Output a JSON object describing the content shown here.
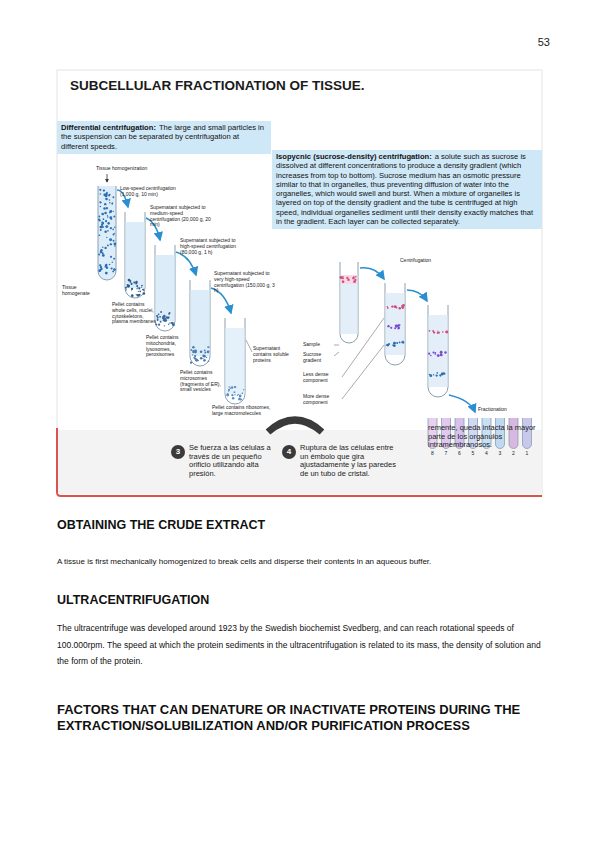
{
  "diagram": {
    "title": "SUBCELLULAR FRACTIONATION OF TISSUE.",
    "nodes": [
      {
        "text": [
          "Differential centrifugation:",
          "The large and small particles in the suspension can be separated by centrifugation at different speeds."
        ]
      },
      {
        "text": [
          "Isopycnic (sucrose-density) centrifugation:",
          "a solute such as sucrose is dissolved at different concentrations to produce a density gradient (which increases from top to bottom). Sucrose medium has an osmotic pressure similar to that in organelles, thus preventing diffusion of water into the organelles, which would swell and burst. When a mixture of organelles is layered on top of the density gradient and the tube is centrifuged at high speed, individual organelles sediment until their density exactly matches that in the gradient. Each layer can be collected separately."
        ]
      },
      {
        "text": [
          "3"
        ]
      },
      {
        "text": [
          "4"
        ]
      }
    ],
    "labels": [
      "53",
      "Tissue homogenization",
      "Low-speed centrifugation (1,000 g, 10 min)",
      "Tissue homogenate",
      "Supernatant subjected to medium-speed centrifugation (20,000 g, 20 min)",
      "Pellet contains whole cells, nuclei, cytoskeletons, plasma membranes",
      "Supernatant subjected to high-speed centrifugation (80,000 g, 1 h)",
      "Pellet contains mitochondria, lysosomes, peroxisomes",
      "Supernatant subjected to very high-speed centrifugation (150,000 g, 3 h)",
      "Pellet contains microsomes (fragments of ER), small vesicles",
      "Supernatant contains soluble proteins",
      "Pellet contains ribosomes, large macromolecules",
      "Centrifugation",
      "Sample",
      "Sucrose gradient",
      "Less dense component",
      "More dense component",
      "Fractionation",
      "8",
      "7",
      "6",
      "5",
      "4",
      "3",
      "2",
      "1",
      "Se fuerza a las células a través de un pequeño orificio utilizando alta presión.",
      "Ruptura de las células entre un émbolo que gira ajustadamente y las paredes de un tubo de cristal.",
      "remente, queda intacta la mayor parte de los orgánulos intramembranosos.",
      "OBTAINING THE CRUDE EXTRACT",
      "A tissue is first mechanically homogenized to break cells and disperse their contents in an aqueous buffer.",
      "ULTRACENTRIFUGATION",
      "The ultracentrifuge was developed around 1923 by the Swedish biochemist Svedberg, and can reach rotational speeds of 100.000rpm. The speed at which the protein sediments in the ultracentrifugation is related to its mass, the density of solution and the form of the protein.",
      "FACTORS THAT CAN DENATURE OR INACTIVATE PROTEINS DURING THE EXTRACTION/SOLUBILIZATION AND/OR PURIFICATION PROCESS"
    ]
  }
}
